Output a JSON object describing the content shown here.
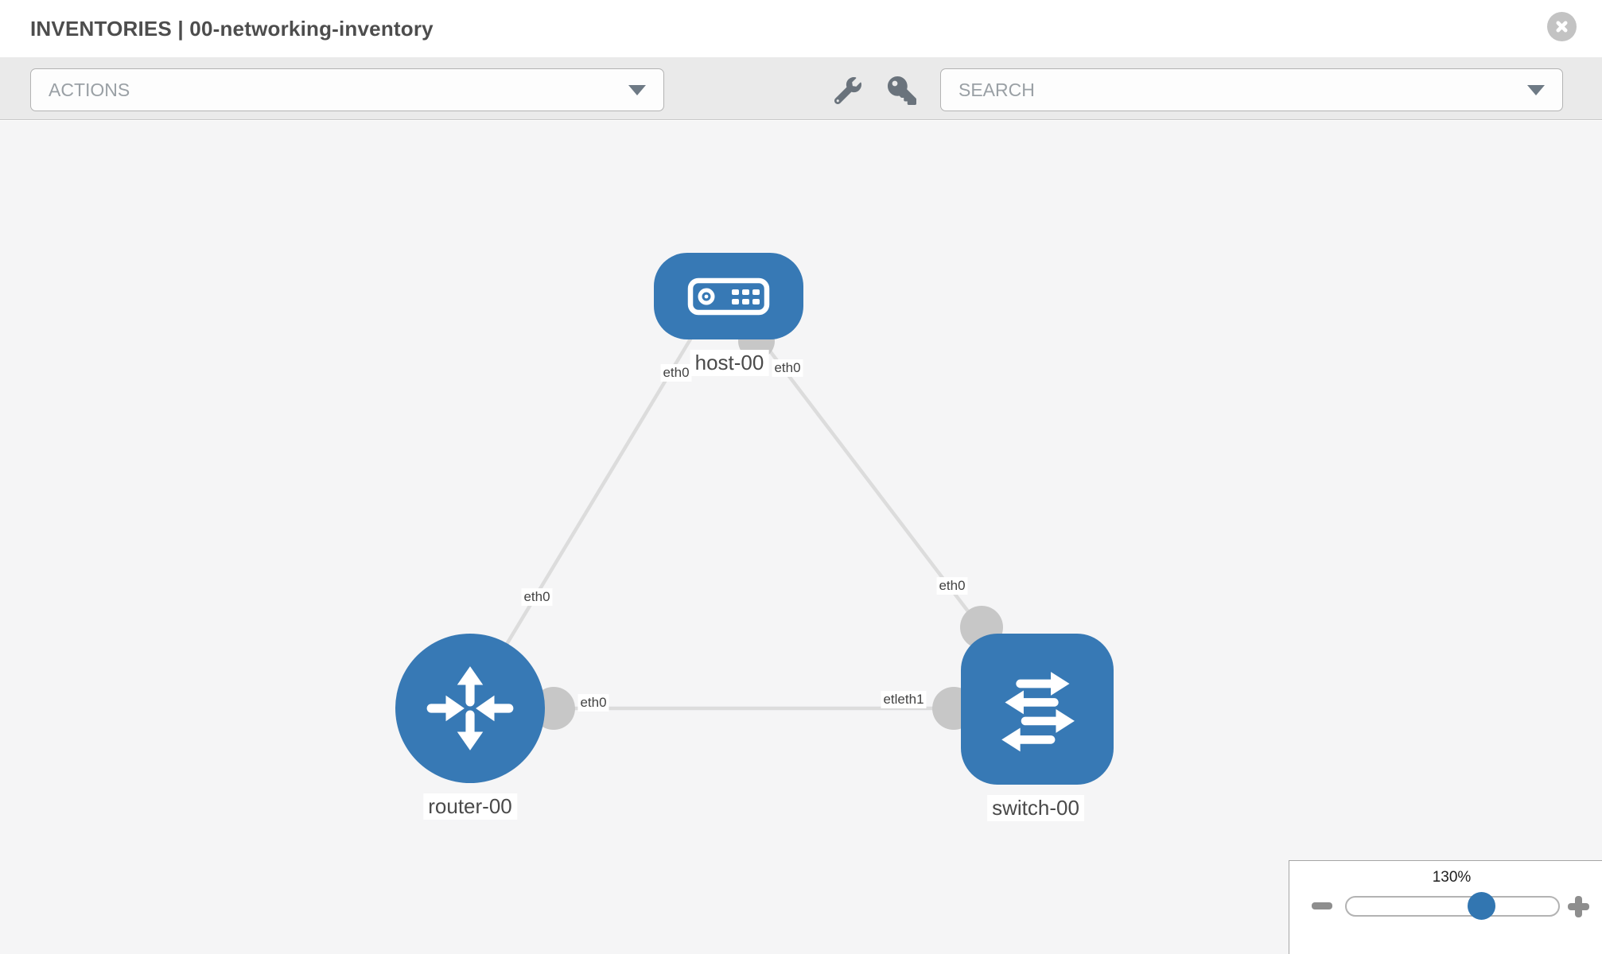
{
  "header": {
    "title": "INVENTORIES | 00-networking-inventory"
  },
  "toolbar": {
    "actions_label": "ACTIONS",
    "search_label": "SEARCH"
  },
  "topology": {
    "nodes": [
      {
        "id": "host-00",
        "label": "host-00",
        "type": "host",
        "shape": "rounded-rect"
      },
      {
        "id": "router-00",
        "label": "router-00",
        "type": "router",
        "shape": "circle"
      },
      {
        "id": "switch-00",
        "label": "switch-00",
        "type": "switch",
        "shape": "rounded-square"
      }
    ],
    "links": [
      {
        "from": "host-00",
        "to": "router-00"
      },
      {
        "from": "host-00",
        "to": "switch-00"
      },
      {
        "from": "router-00",
        "to": "switch-00"
      }
    ],
    "interfaces": [
      {
        "at": "host-left",
        "label": "eth0"
      },
      {
        "at": "host-right",
        "label": "eth0"
      },
      {
        "at": "router-top",
        "label": "eth0"
      },
      {
        "at": "router-right",
        "label": "eth0"
      },
      {
        "at": "switch-top",
        "label": "eth0"
      },
      {
        "at": "switch-left",
        "label": "etleth1"
      }
    ]
  },
  "zoom_control": {
    "level": "130%",
    "slider_percent": 64
  },
  "icons": {
    "close": "circle-x",
    "wrench": "wrench",
    "key": "key",
    "caret": "triangle-down",
    "zoom_out": "minus",
    "zoom_in": "plus"
  },
  "colors": {
    "node_blue": "#3779b5",
    "knob_blue": "#3276b1",
    "link_gray": "#dcdcdc",
    "connector_gray": "#c7c7c7",
    "toolbar_bg": "#eaeaea",
    "canvas_bg": "#f5f5f6",
    "title_text": "#4d4d4d",
    "muted_text": "#9aa0a5",
    "icon_gray": "#6a737c"
  }
}
